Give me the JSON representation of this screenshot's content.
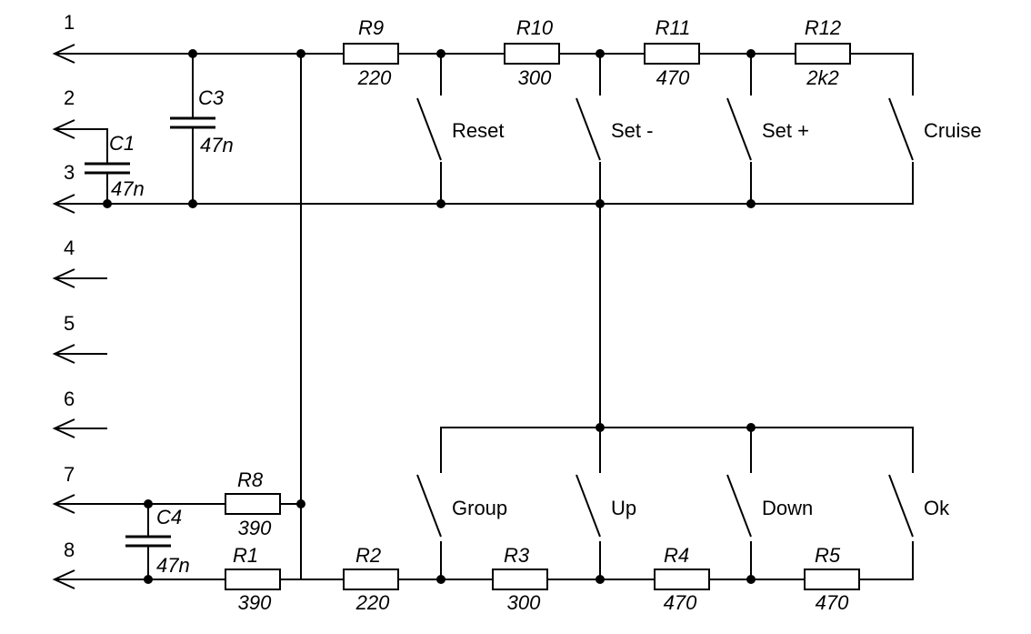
{
  "pins": [
    "1",
    "2",
    "3",
    "4",
    "5",
    "6",
    "7",
    "8"
  ],
  "resistors": {
    "R9": {
      "name": "R9",
      "value": "220"
    },
    "R10": {
      "name": "R10",
      "value": "300"
    },
    "R11": {
      "name": "R11",
      "value": "470"
    },
    "R12": {
      "name": "R12",
      "value": "2k2"
    },
    "R8": {
      "name": "R8",
      "value": "390"
    },
    "R1": {
      "name": "R1",
      "value": "390"
    },
    "R2": {
      "name": "R2",
      "value": "220"
    },
    "R3": {
      "name": "R3",
      "value": "300"
    },
    "R4": {
      "name": "R4",
      "value": "470"
    },
    "R5": {
      "name": "R5",
      "value": "470"
    }
  },
  "capacitors": {
    "C1": {
      "name": "C1",
      "value": "47n"
    },
    "C3": {
      "name": "C3",
      "value": "47n"
    },
    "C4": {
      "name": "C4",
      "value": "47n"
    }
  },
  "switches": {
    "reset": "Reset",
    "set_minus": "Set -",
    "set_plus": "Set +",
    "cruise": "Cruise",
    "group": "Group",
    "up": "Up",
    "down": "Down",
    "ok": "Ok"
  }
}
